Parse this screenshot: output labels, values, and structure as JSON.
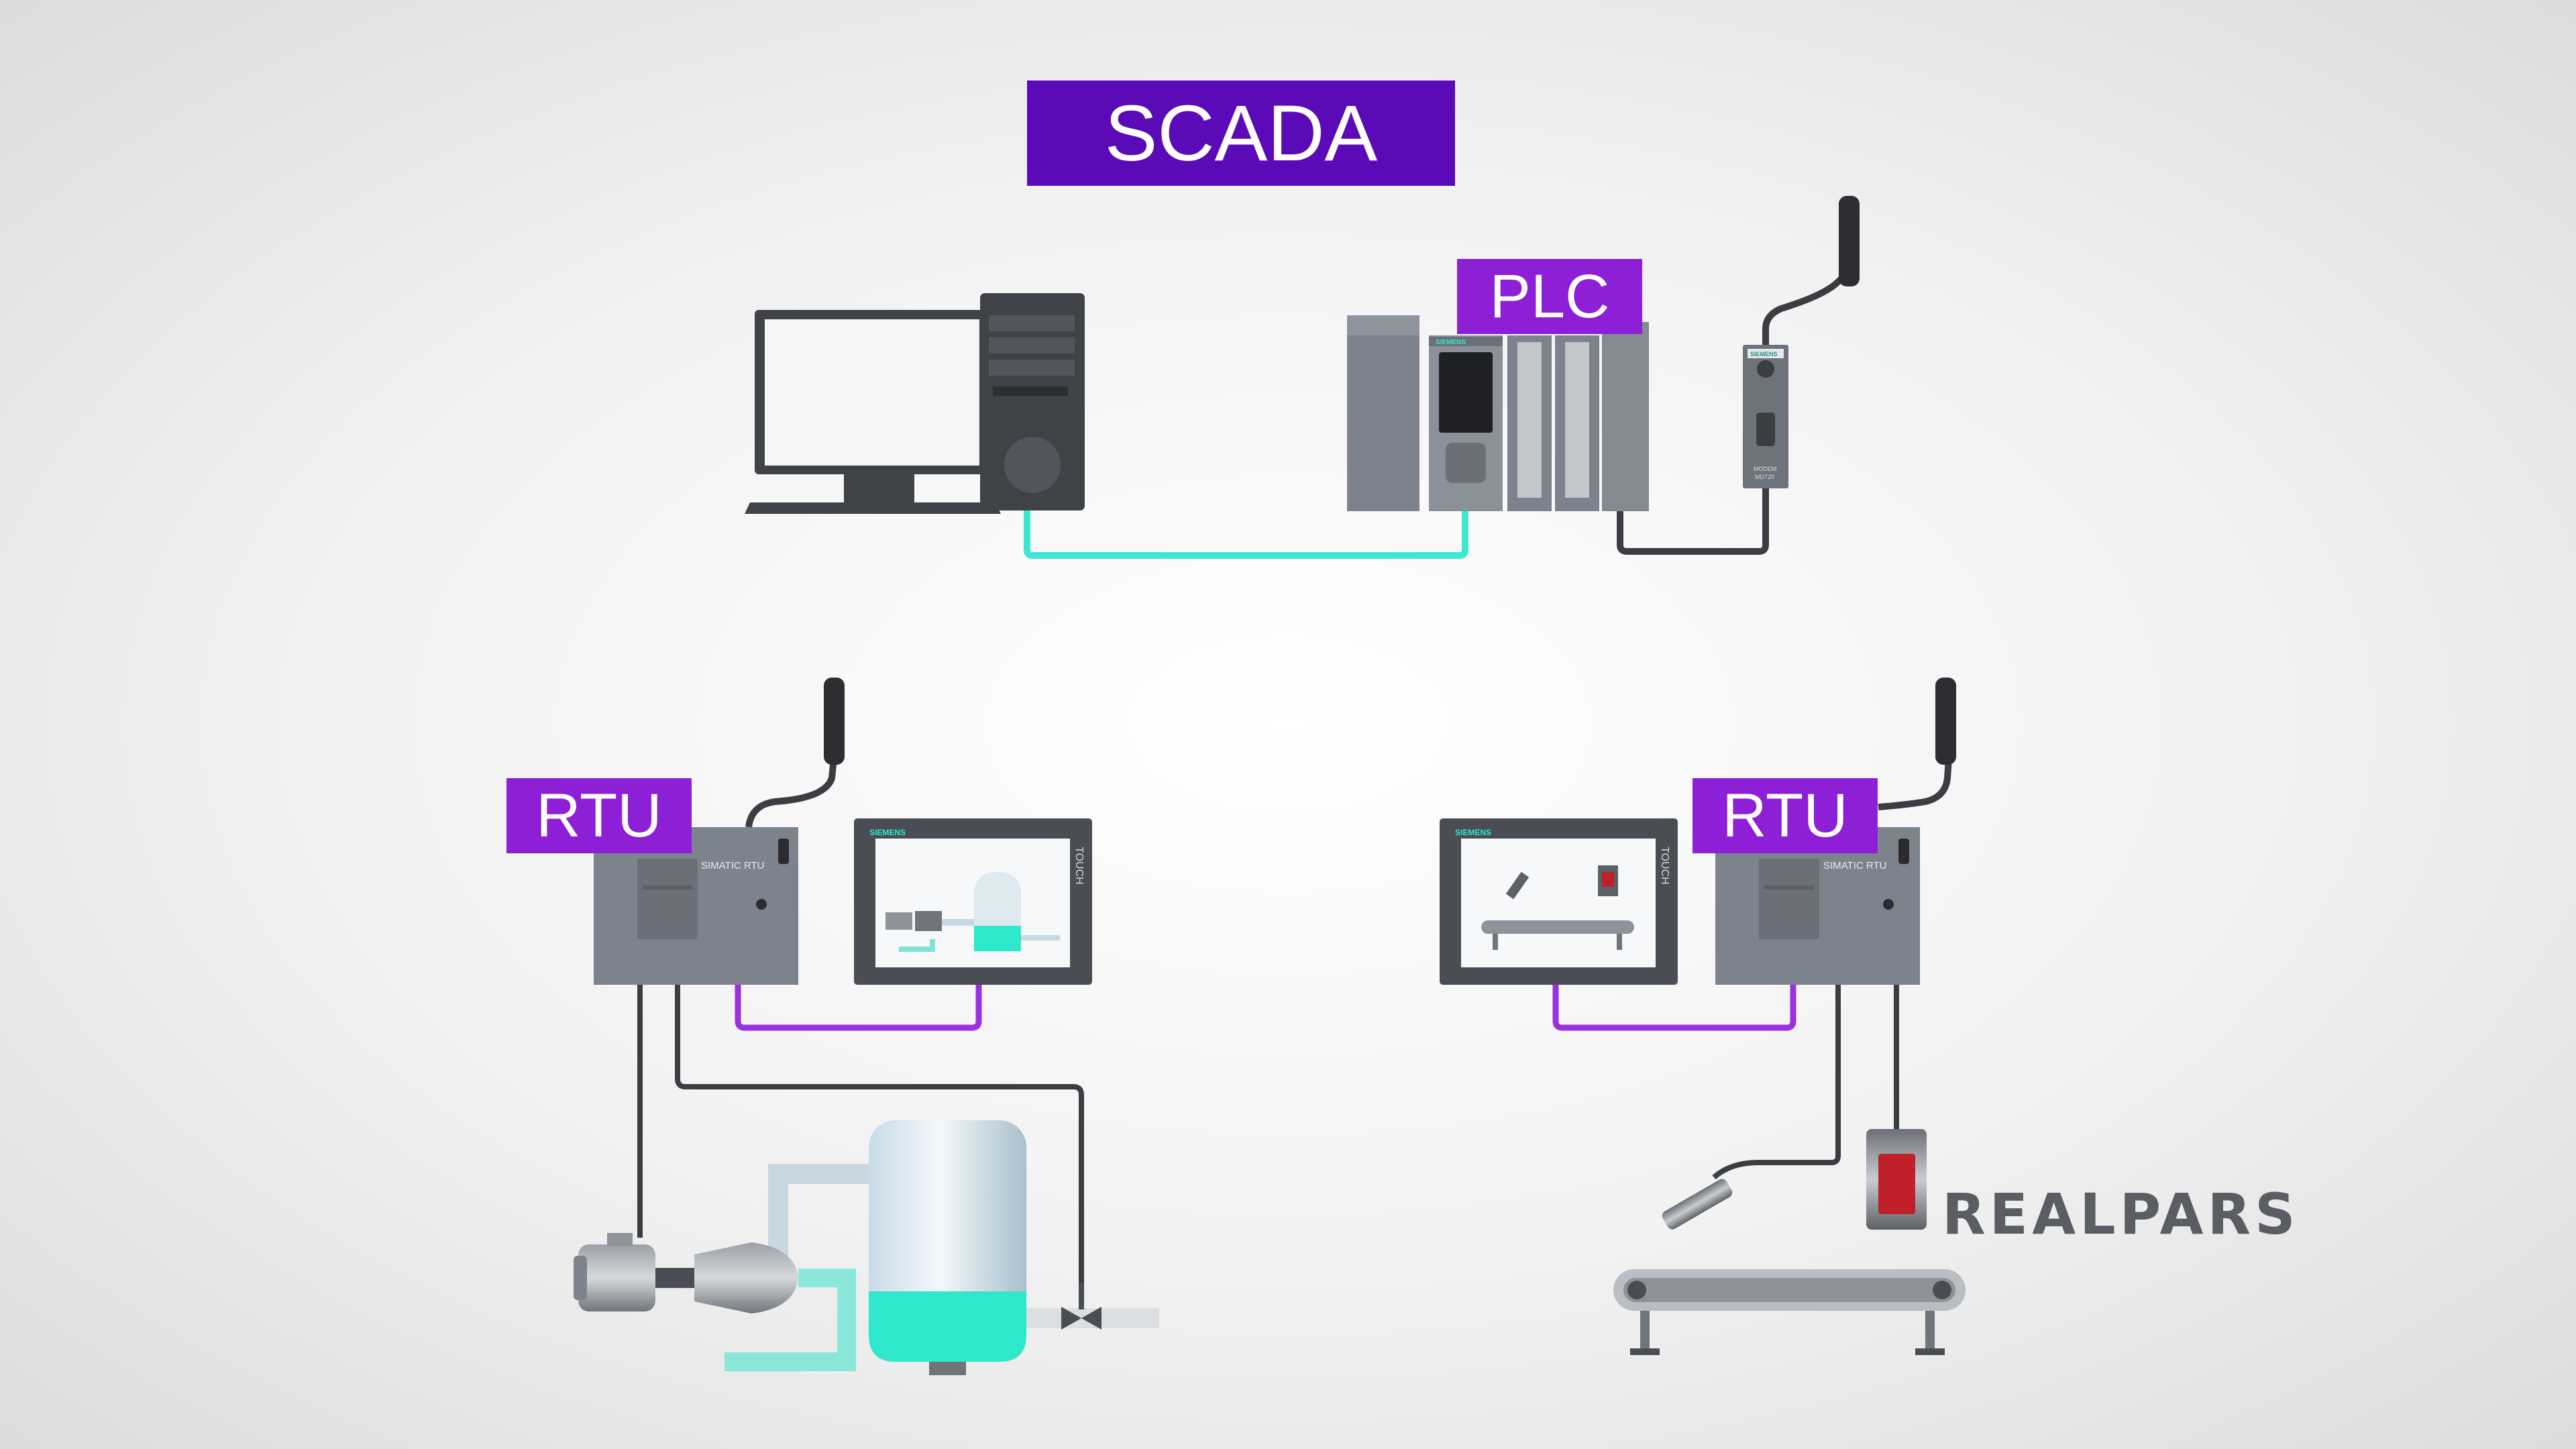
{
  "title": "SCADA",
  "labels": {
    "plc": "PLC",
    "rtu_left": "RTU",
    "rtu_right": "RTU"
  },
  "devices": {
    "plc_brand": "SIEMENS",
    "modem_brand": "SIEMENS",
    "modem_label_1": "MODEM",
    "modem_label_2": "MD720",
    "rtu_left_label": "SIMATIC RTU",
    "rtu_right_label": "SIMATIC RTU",
    "hmi_left_brand": "SIEMENS",
    "hmi_left_side": "TOUCH",
    "hmi_right_brand": "SIEMENS",
    "hmi_right_side": "TOUCH"
  },
  "brand": "REALPARS",
  "colors": {
    "title_bg": "#5b0ab8",
    "label_bg": "#8d1fd6",
    "ethernet_cable": "#3ee8d0",
    "hmi_cable": "#9b30e0",
    "signal_cable": "#3a3d42",
    "tank_liquid": "#2ee8cc",
    "device_gray": "#7d838c"
  }
}
